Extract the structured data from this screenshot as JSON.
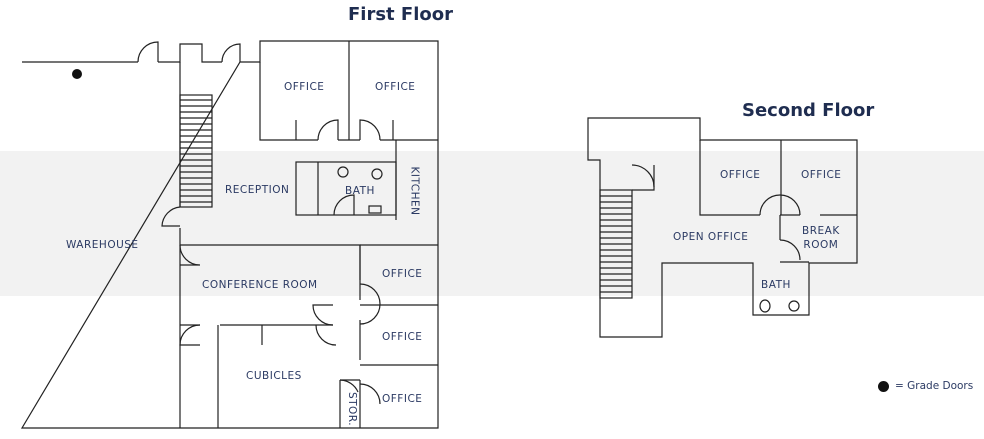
{
  "floors": {
    "first": {
      "title": "First Floor",
      "rooms": {
        "warehouse": "WAREHOUSE",
        "office_top_left": "OFFICE",
        "office_top_right": "OFFICE",
        "reception": "RECEPTION",
        "bath": "BATH",
        "kitchen": "KITCHEN",
        "conference": "CONFERENCE ROOM",
        "office_right_1": "OFFICE",
        "office_right_2": "OFFICE",
        "office_right_3": "OFFICE",
        "cubicles": "CUBICLES",
        "storage": "STOR."
      }
    },
    "second": {
      "title": "Second Floor",
      "rooms": {
        "office_left": "OFFICE",
        "office_right": "OFFICE",
        "open_office": "OPEN OFFICE",
        "break_room": "BREAK\nROOM",
        "bath": "BATH"
      }
    }
  },
  "legend": {
    "label": "= Grade Doors",
    "marker_color": "#111111"
  },
  "colors": {
    "wall": "#222222",
    "text": "#2b3a63",
    "title": "#1f2d50",
    "band": "#f2f2f2"
  }
}
